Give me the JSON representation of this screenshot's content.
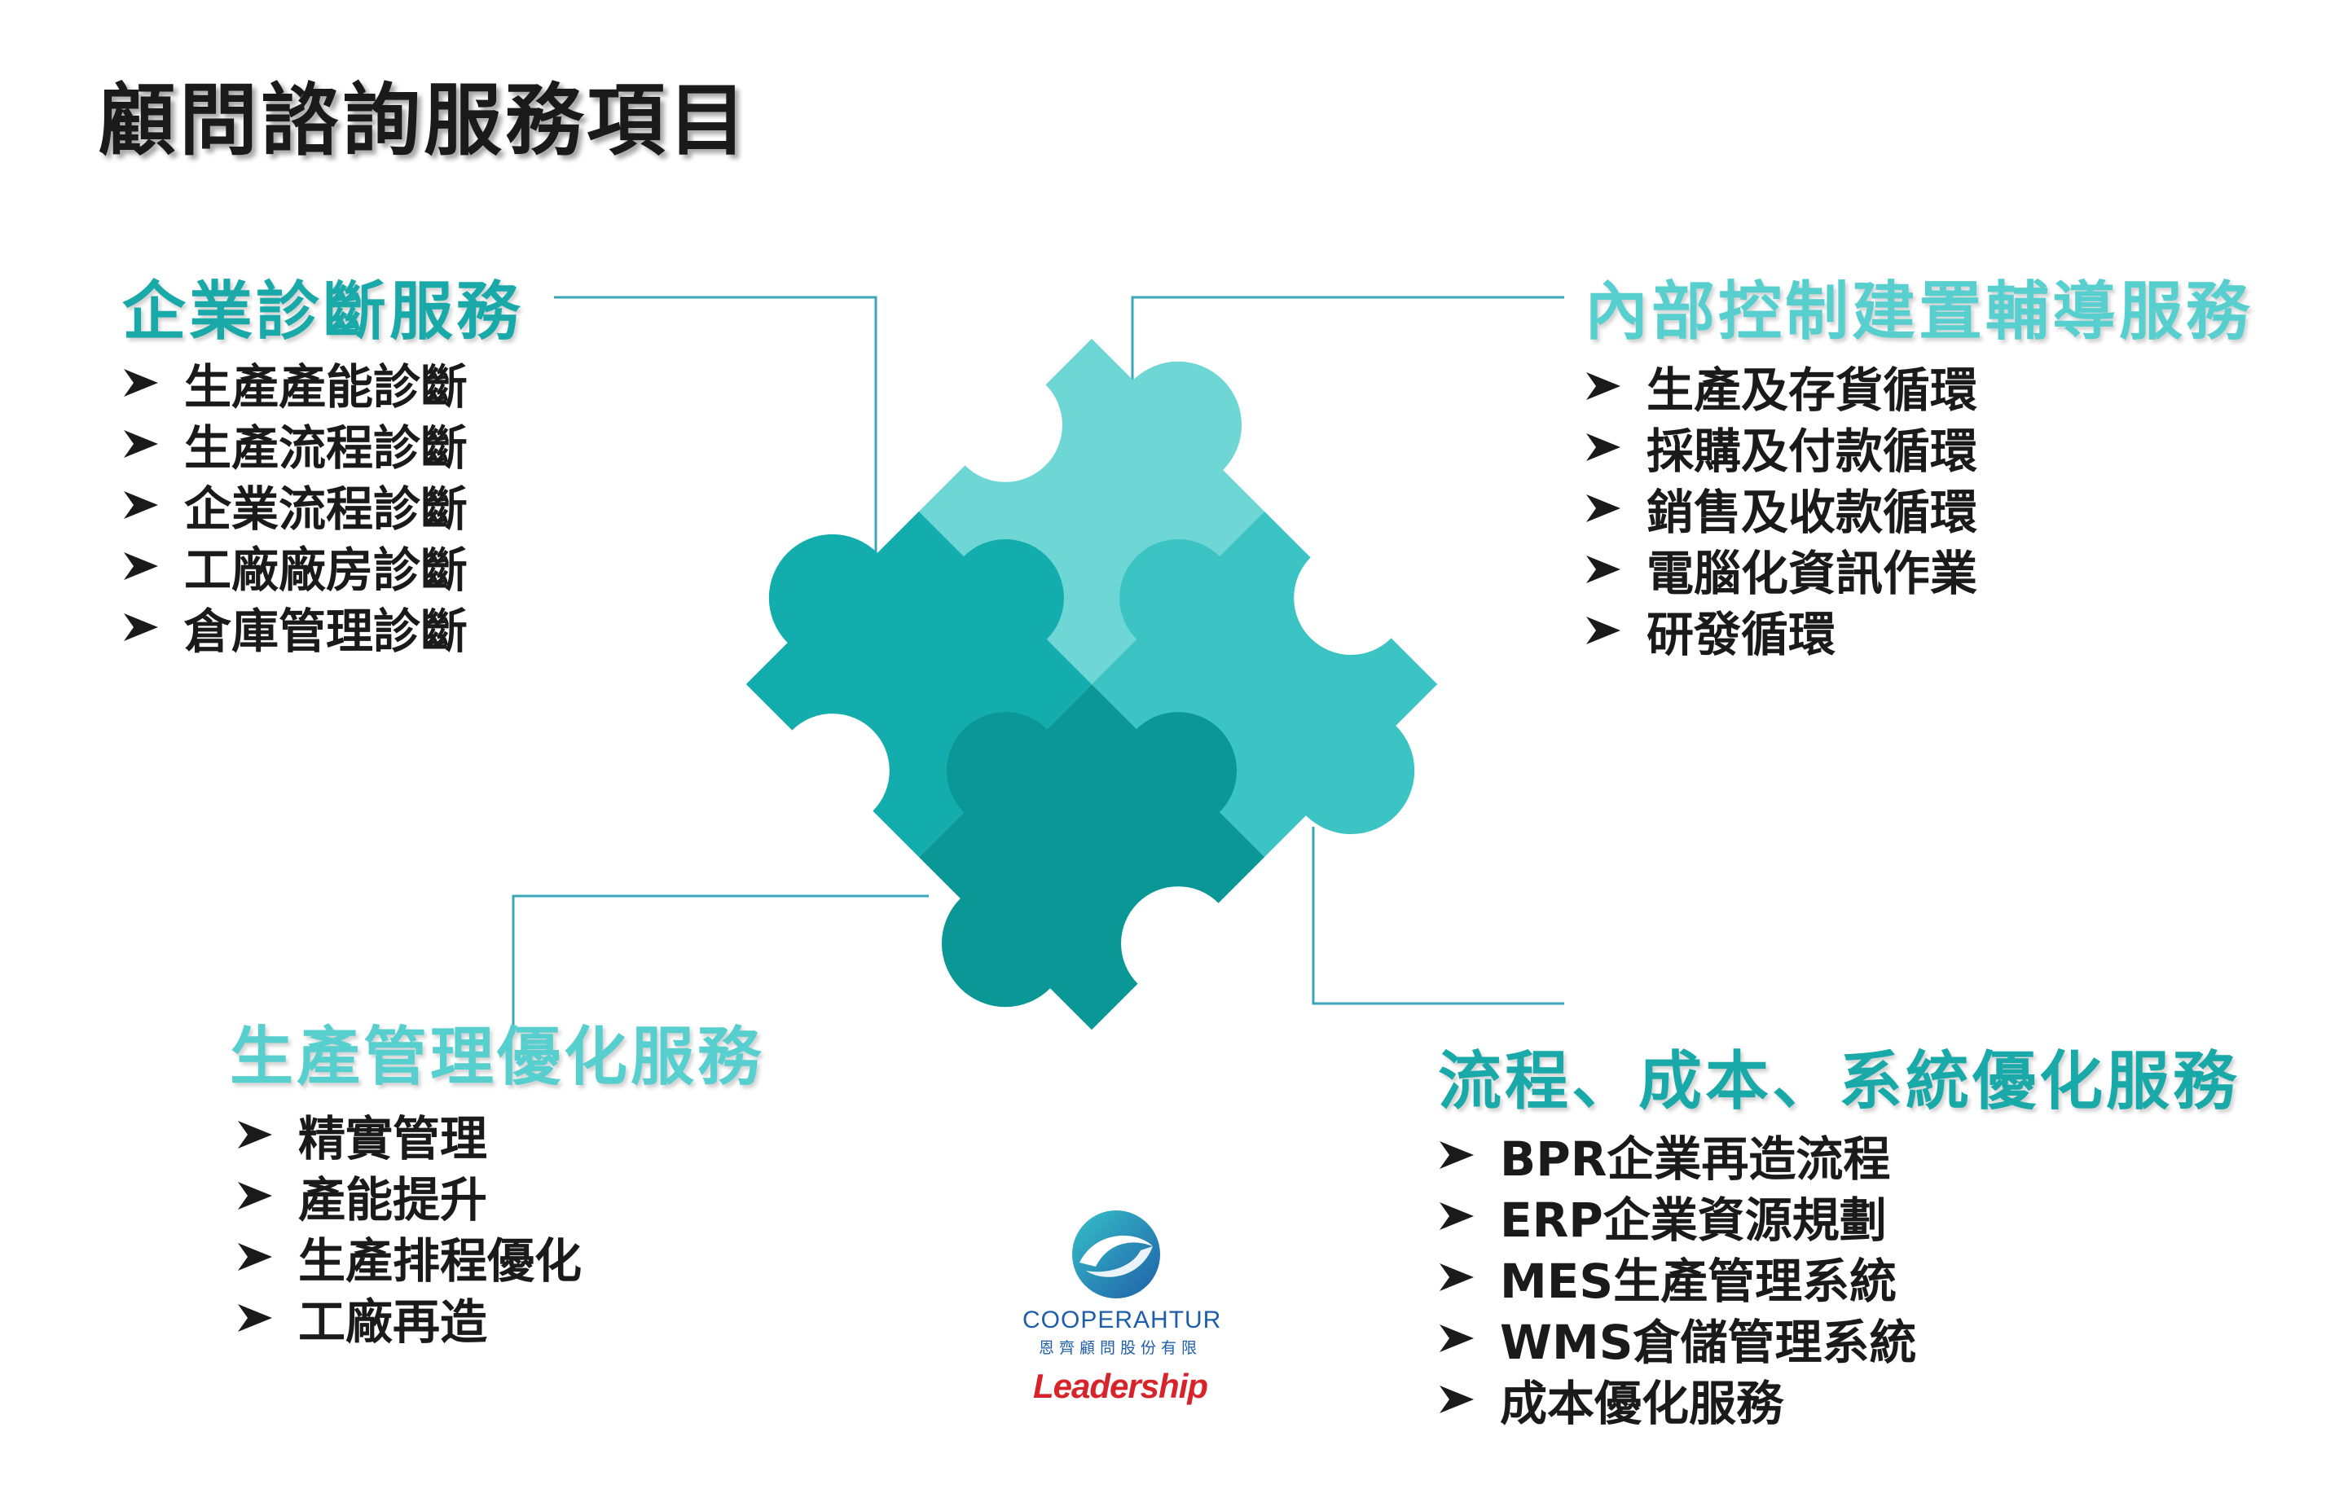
{
  "page": {
    "title": "顧問諮詢服務項目"
  },
  "sections": [
    {
      "title": "企業診斷服務",
      "items": [
        "生產產能診斷",
        "生產流程診斷",
        "企業流程診斷",
        "工廠廠房診斷",
        "倉庫管理診斷"
      ]
    },
    {
      "title": "內部控制建置輔導服務",
      "items": [
        "生產及存貨循環",
        "採購及付款循環",
        "銷售及收款循環",
        "電腦化資訊作業",
        "研發循環"
      ]
    },
    {
      "title": "生產管理優化服務",
      "items": [
        "精實管理",
        "產能提升",
        "生產排程優化",
        "工廠再造"
      ]
    },
    {
      "title": "流程、成本、系統優化服務",
      "items": [
        "BPR企業再造流程",
        "ERP企業資源規劃",
        "MES生產管理系統",
        "WMS倉儲管理系統",
        "成本優化服務"
      ]
    }
  ],
  "logo": {
    "name": "COOPERAHTUR",
    "subtitle": "恩齊顧問股份有限",
    "brand": "Leadership"
  },
  "colors": {
    "title_dark": "#19a9a8",
    "title_light": "#58cfcf",
    "piece_top": "#6fd6d6",
    "piece_left": "#14adad",
    "piece_right": "#3cc4c4",
    "piece_bottom": "#0c9797",
    "connector_line": "#3aa6b8",
    "logo_blue": "#1f5ea8",
    "logo_red": "#d7232a"
  }
}
